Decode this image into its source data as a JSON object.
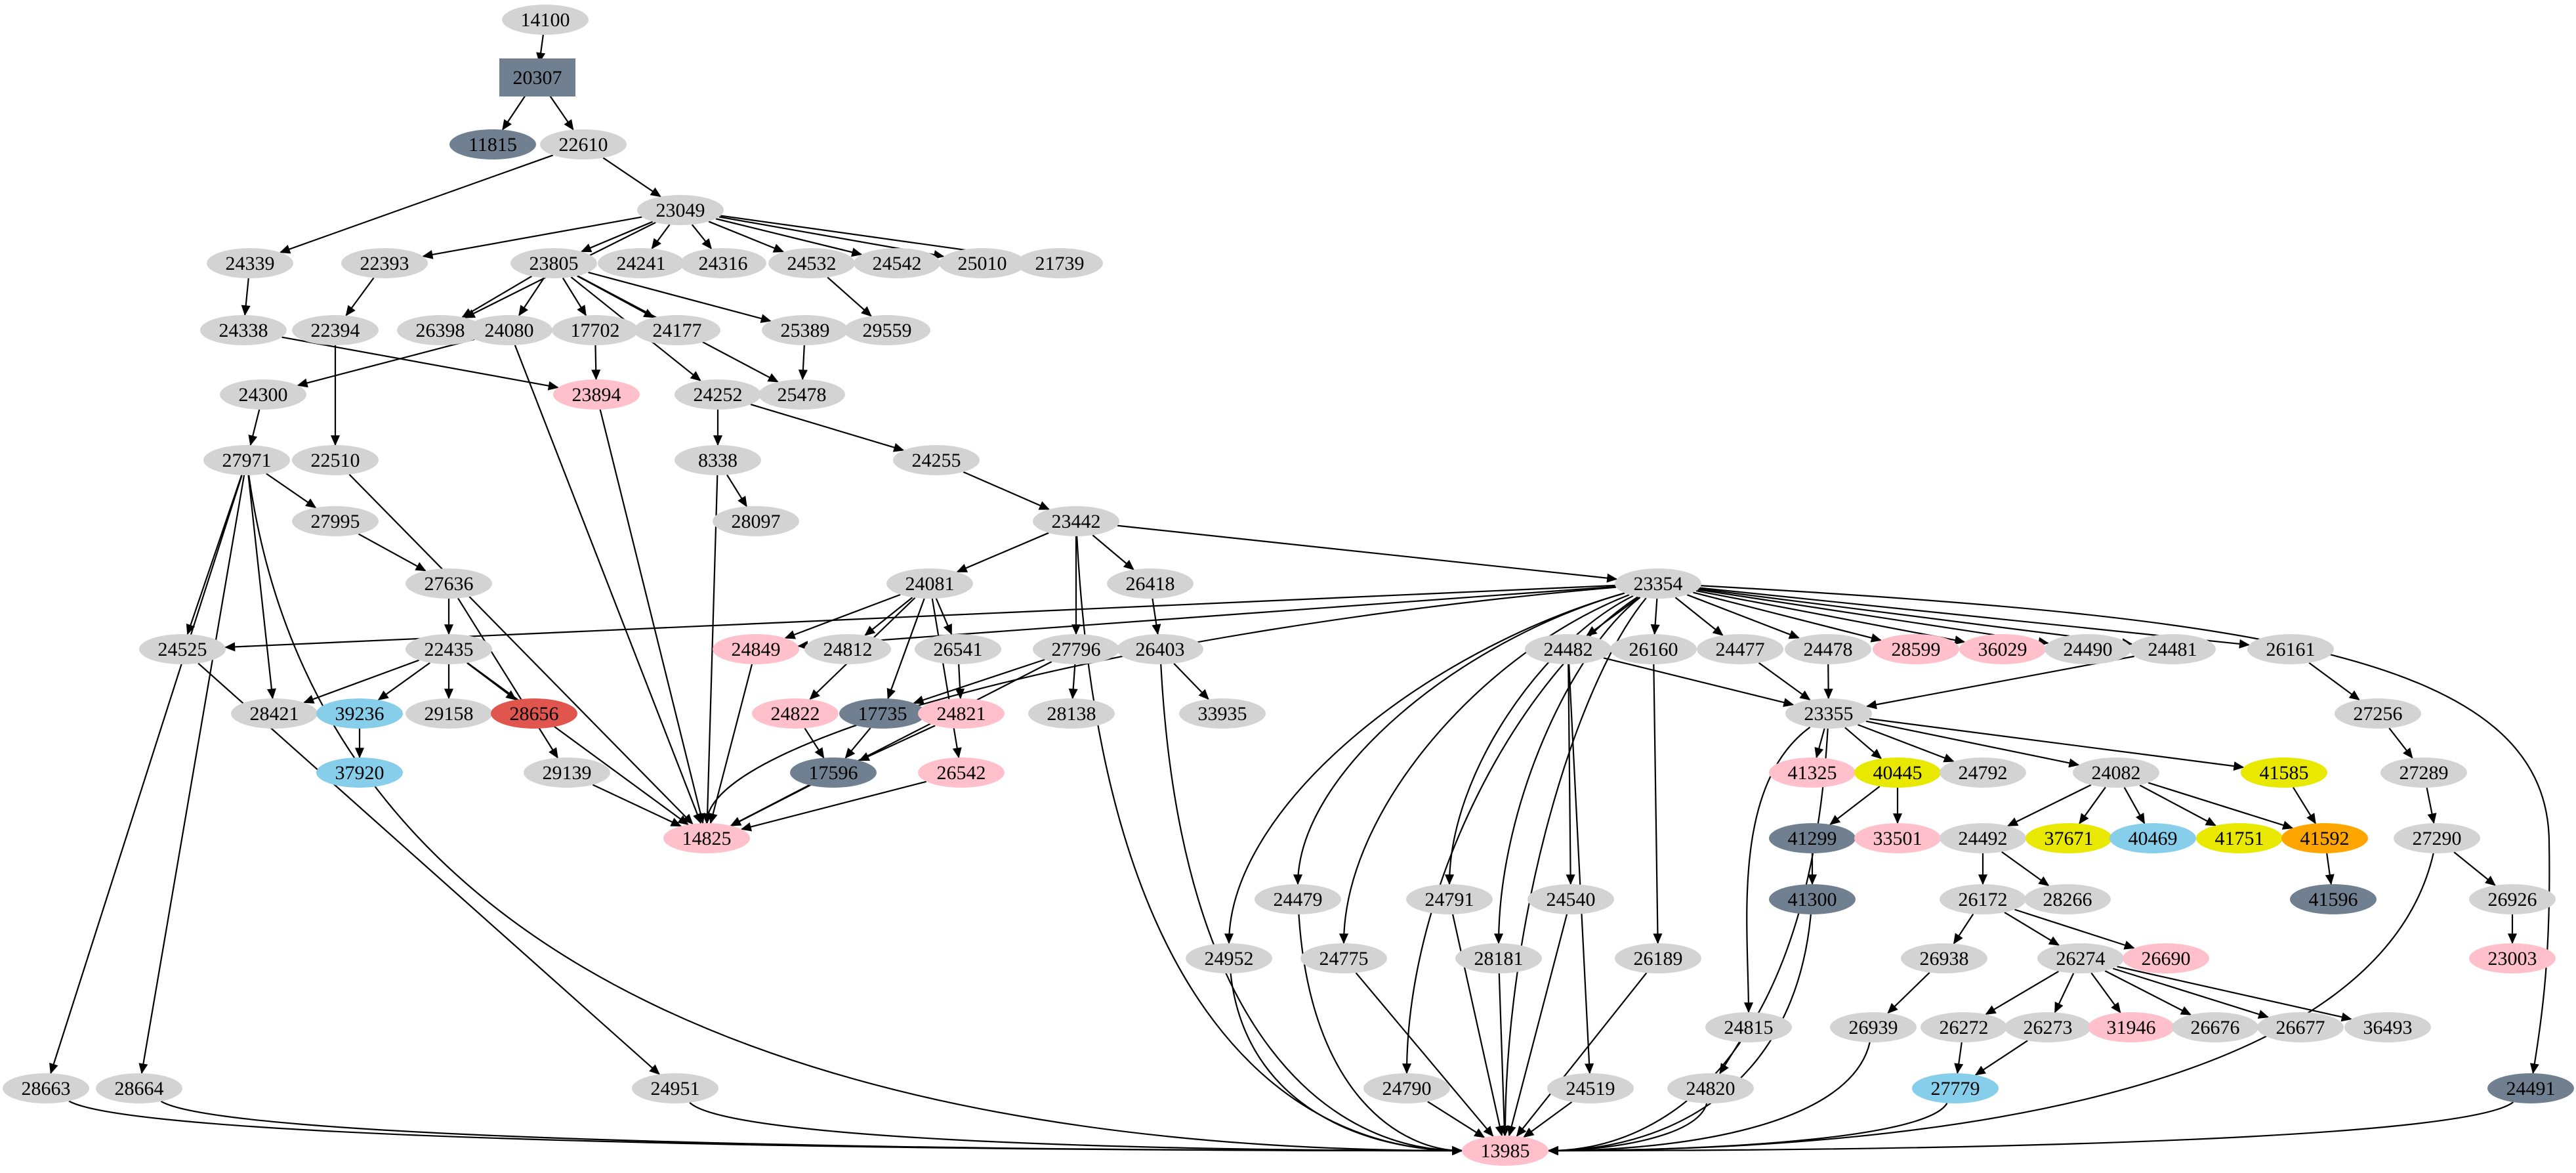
{
  "diagram": {
    "type": "directed-graph",
    "background": "#ffffff",
    "sink_node": "13985",
    "root_node": "14100"
  },
  "colors": {
    "gray": "#d3d3d3",
    "slate": "#708090",
    "pink": "#ffc0cb",
    "red": "#e0564e",
    "sky": "#87ceeb",
    "yellow": "#e8e800",
    "orange": "#ffa500"
  },
  "nodes": [
    [
      "14100",
      831,
      30,
      "gray"
    ],
    [
      "20307",
      819,
      118,
      "slate",
      "box"
    ],
    [
      "11815",
      751,
      220,
      "slate"
    ],
    [
      "22610",
      889,
      220,
      "gray"
    ],
    [
      "23049",
      1037,
      320,
      "gray"
    ],
    [
      "24339",
      381,
      401,
      "gray"
    ],
    [
      "22393",
      586,
      401,
      "gray"
    ],
    [
      "23805",
      844,
      401,
      "gray"
    ],
    [
      "24241",
      977,
      401,
      "gray"
    ],
    [
      "24316",
      1102,
      401,
      "gray"
    ],
    [
      "24532",
      1237,
      401,
      "gray"
    ],
    [
      "24542",
      1367,
      401,
      "gray"
    ],
    [
      "25010",
      1497,
      401,
      "gray"
    ],
    [
      "21739",
      1615,
      401,
      "gray"
    ],
    [
      "24338",
      371,
      503,
      "gray"
    ],
    [
      "22394",
      511,
      503,
      "gray"
    ],
    [
      "26398",
      671,
      503,
      "gray"
    ],
    [
      "24080",
      776,
      503,
      "gray"
    ],
    [
      "17702",
      907,
      503,
      "gray"
    ],
    [
      "24177",
      1032,
      503,
      "gray"
    ],
    [
      "25389",
      1227,
      503,
      "gray"
    ],
    [
      "29559",
      1352,
      503,
      "gray"
    ],
    [
      "24300",
      401,
      601,
      "gray"
    ],
    [
      "23894",
      909,
      601,
      "pink"
    ],
    [
      "24252",
      1094,
      601,
      "gray"
    ],
    [
      "25478",
      1222,
      601,
      "gray"
    ],
    [
      "27971",
      376,
      701,
      "gray"
    ],
    [
      "22510",
      511,
      701,
      "gray"
    ],
    [
      "8338",
      1094,
      701,
      "gray"
    ],
    [
      "24255",
      1427,
      701,
      "gray"
    ],
    [
      "27995",
      511,
      794,
      "gray"
    ],
    [
      "28097",
      1152,
      794,
      "gray"
    ],
    [
      "23442",
      1640,
      794,
      "gray"
    ],
    [
      "27636",
      684,
      889,
      "gray"
    ],
    [
      "24081",
      1417,
      889,
      "gray"
    ],
    [
      "26418",
      1753,
      889,
      "gray"
    ],
    [
      "23354",
      2527,
      889,
      "gray"
    ],
    [
      "24525",
      278,
      989,
      "gray"
    ],
    [
      "22435",
      684,
      989,
      "gray"
    ],
    [
      "24849",
      1152,
      989,
      "pink"
    ],
    [
      "24812",
      1292,
      989,
      "gray"
    ],
    [
      "26541",
      1460,
      989,
      "gray"
    ],
    [
      "27796",
      1640,
      989,
      "gray"
    ],
    [
      "26403",
      1768,
      989,
      "gray"
    ],
    [
      "24482",
      2390,
      989,
      "gray"
    ],
    [
      "26160",
      2520,
      989,
      "gray"
    ],
    [
      "24477",
      2652,
      989,
      "gray"
    ],
    [
      "24478",
      2786,
      989,
      "gray"
    ],
    [
      "28599",
      2920,
      989,
      "pink"
    ],
    [
      "36029",
      3052,
      989,
      "pink"
    ],
    [
      "24490",
      3182,
      989,
      "gray"
    ],
    [
      "24481",
      3311,
      989,
      "gray"
    ],
    [
      "26161",
      3491,
      989,
      "gray"
    ],
    [
      "28421",
      418,
      1087,
      "gray"
    ],
    [
      "39236",
      548,
      1087,
      "sky"
    ],
    [
      "29158",
      684,
      1087,
      "gray"
    ],
    [
      "28656",
      814,
      1087,
      "red"
    ],
    [
      "24822",
      1212,
      1087,
      "pink"
    ],
    [
      "17735",
      1345,
      1087,
      "slate"
    ],
    [
      "24821",
      1465,
      1087,
      "pink"
    ],
    [
      "28138",
      1633,
      1087,
      "gray"
    ],
    [
      "33935",
      1863,
      1087,
      "gray"
    ],
    [
      "23355",
      2787,
      1087,
      "gray"
    ],
    [
      "27256",
      3624,
      1087,
      "gray"
    ],
    [
      "37920",
      548,
      1177,
      "sky"
    ],
    [
      "29139",
      864,
      1177,
      "gray"
    ],
    [
      "17596",
      1270,
      1177,
      "slate"
    ],
    [
      "26542",
      1465,
      1177,
      "pink"
    ],
    [
      "41325",
      2762,
      1177,
      "pink"
    ],
    [
      "40445",
      2892,
      1177,
      "yellow"
    ],
    [
      "24792",
      3022,
      1177,
      "gray"
    ],
    [
      "24082",
      3225,
      1177,
      "gray"
    ],
    [
      "41585",
      3481,
      1177,
      "yellow"
    ],
    [
      "27289",
      3694,
      1177,
      "gray"
    ],
    [
      "14825",
      1077,
      1277,
      "pink"
    ],
    [
      "41299",
      2762,
      1277,
      "slate"
    ],
    [
      "33501",
      2892,
      1277,
      "pink"
    ],
    [
      "24492",
      3022,
      1277,
      "gray"
    ],
    [
      "37671",
      3153,
      1277,
      "yellow"
    ],
    [
      "40469",
      3281,
      1277,
      "sky"
    ],
    [
      "41751",
      3413,
      1277,
      "yellow"
    ],
    [
      "41592",
      3543,
      1277,
      "orange"
    ],
    [
      "27290",
      3714,
      1277,
      "gray"
    ],
    [
      "24479",
      1978,
      1370,
      "gray"
    ],
    [
      "24791",
      2209,
      1370,
      "gray"
    ],
    [
      "24540",
      2394,
      1370,
      "gray"
    ],
    [
      "41300",
      2762,
      1370,
      "slate"
    ],
    [
      "26172",
      3022,
      1370,
      "gray"
    ],
    [
      "28266",
      3151,
      1370,
      "gray"
    ],
    [
      "41596",
      3556,
      1370,
      "slate"
    ],
    [
      "26926",
      3829,
      1370,
      "gray"
    ],
    [
      "24952",
      1873,
      1460,
      "gray"
    ],
    [
      "24775",
      2048,
      1460,
      "gray"
    ],
    [
      "28181",
      2284,
      1460,
      "gray"
    ],
    [
      "26189",
      2527,
      1460,
      "gray"
    ],
    [
      "26938",
      2963,
      1460,
      "gray"
    ],
    [
      "26274",
      3171,
      1460,
      "gray"
    ],
    [
      "26690",
      3301,
      1460,
      "pink"
    ],
    [
      "23003",
      3829,
      1460,
      "pink"
    ],
    [
      "24815",
      2665,
      1565,
      "gray"
    ],
    [
      "26939",
      2855,
      1565,
      "gray"
    ],
    [
      "26272",
      2993,
      1565,
      "gray"
    ],
    [
      "26273",
      3121,
      1565,
      "gray"
    ],
    [
      "31946",
      3248,
      1565,
      "pink"
    ],
    [
      "26676",
      3376,
      1565,
      "gray"
    ],
    [
      "26677",
      3506,
      1565,
      "gray"
    ],
    [
      "36493",
      3639,
      1565,
      "gray"
    ],
    [
      "28663",
      70,
      1658,
      "gray"
    ],
    [
      "28664",
      212,
      1658,
      "gray"
    ],
    [
      "24951",
      1029,
      1658,
      "gray"
    ],
    [
      "24790",
      2144,
      1658,
      "gray"
    ],
    [
      "24519",
      2424,
      1658,
      "gray"
    ],
    [
      "24820",
      2607,
      1658,
      "gray"
    ],
    [
      "27779",
      2980,
      1658,
      "sky"
    ],
    [
      "24491",
      3857,
      1658,
      "slate"
    ],
    [
      "13985",
      2294,
      1753,
      "pink"
    ]
  ],
  "edges": [
    [
      "14100",
      "20307"
    ],
    [
      "20307",
      "11815"
    ],
    [
      "20307",
      "22610"
    ],
    [
      "22610",
      "24339"
    ],
    [
      "22610",
      "23049"
    ],
    [
      "23049",
      "22393"
    ],
    [
      "23049",
      "23805"
    ],
    [
      "23049",
      "24241"
    ],
    [
      "23049",
      "24316"
    ],
    [
      "23049",
      "24532"
    ],
    [
      "23049",
      "24542"
    ],
    [
      "23049",
      "25010"
    ],
    [
      "23049",
      "21739"
    ],
    [
      "23049",
      "26398"
    ],
    [
      "24339",
      "24338"
    ],
    [
      "22393",
      "22394"
    ],
    [
      "23805",
      "26398"
    ],
    [
      "23805",
      "24080"
    ],
    [
      "23805",
      "17702"
    ],
    [
      "23805",
      "24177"
    ],
    [
      "23805",
      "25389"
    ],
    [
      "23805",
      "24252"
    ],
    [
      "23805",
      "25478"
    ],
    [
      "22394",
      "22510"
    ],
    [
      "24338",
      "23894"
    ],
    [
      "17702",
      "23894"
    ],
    [
      "24080",
      "24300"
    ],
    [
      "24080",
      "14825"
    ],
    [
      "24300",
      "27971"
    ],
    [
      "24252",
      "8338"
    ],
    [
      "24252",
      "24255"
    ],
    [
      "25389",
      "25478"
    ],
    [
      "24532",
      "29559"
    ],
    [
      "8338",
      "28097"
    ],
    [
      "8338",
      "14825"
    ],
    [
      "24255",
      "23442"
    ],
    [
      "27971",
      "27995"
    ],
    [
      "27971",
      "28421"
    ],
    [
      "27971",
      "24525"
    ],
    [
      "27971",
      "28663"
    ],
    [
      "27971",
      "28664"
    ],
    [
      "27971",
      "13985"
    ],
    [
      "22510",
      "14825"
    ],
    [
      "27995",
      "27636"
    ],
    [
      "23894",
      "14825"
    ],
    [
      "27636",
      "22435"
    ],
    [
      "27636",
      "29139"
    ],
    [
      "22435",
      "28421"
    ],
    [
      "22435",
      "39236"
    ],
    [
      "22435",
      "29158"
    ],
    [
      "22435",
      "28656"
    ],
    [
      "22435",
      "14825"
    ],
    [
      "39236",
      "37920"
    ],
    [
      "24525",
      "24951"
    ],
    [
      "24951",
      "13985"
    ],
    [
      "28663",
      "13985"
    ],
    [
      "28664",
      "13985"
    ],
    [
      "23442",
      "24081"
    ],
    [
      "23442",
      "27796"
    ],
    [
      "23442",
      "26418"
    ],
    [
      "23442",
      "23354"
    ],
    [
      "23442",
      "13985"
    ],
    [
      "24081",
      "24849"
    ],
    [
      "24081",
      "24812"
    ],
    [
      "24081",
      "26541"
    ],
    [
      "24081",
      "24822"
    ],
    [
      "24081",
      "17735"
    ],
    [
      "24081",
      "26542"
    ],
    [
      "26541",
      "24821"
    ],
    [
      "27796",
      "17735"
    ],
    [
      "27796",
      "28138"
    ],
    [
      "27796",
      "14825"
    ],
    [
      "26418",
      "26403"
    ],
    [
      "26403",
      "33935"
    ],
    [
      "26403",
      "13985"
    ],
    [
      "24849",
      "14825"
    ],
    [
      "24822",
      "17596"
    ],
    [
      "17735",
      "17596"
    ],
    [
      "24821",
      "17596"
    ],
    [
      "17596",
      "14825"
    ],
    [
      "26542",
      "14825"
    ],
    [
      "29139",
      "14825"
    ],
    [
      "23354",
      "24525"
    ],
    [
      "23354",
      "24849"
    ],
    [
      "23354",
      "14825"
    ],
    [
      "23354",
      "24952"
    ],
    [
      "23354",
      "24479"
    ],
    [
      "23354",
      "24775"
    ],
    [
      "23354",
      "24791"
    ],
    [
      "23354",
      "28181"
    ],
    [
      "23354",
      "24790"
    ],
    [
      "23354",
      "13985"
    ],
    [
      "23354",
      "24482"
    ],
    [
      "23354",
      "26160"
    ],
    [
      "23354",
      "24477"
    ],
    [
      "23354",
      "24478"
    ],
    [
      "23354",
      "28599"
    ],
    [
      "23354",
      "36029"
    ],
    [
      "23354",
      "24490"
    ],
    [
      "23354",
      "24481"
    ],
    [
      "23354",
      "26161"
    ],
    [
      "23354",
      "24491",
      "wrap"
    ],
    [
      "24482",
      "23355"
    ],
    [
      "24482",
      "24540"
    ],
    [
      "24482",
      "24519"
    ],
    [
      "26160",
      "26189"
    ],
    [
      "24477",
      "23355"
    ],
    [
      "24478",
      "23355"
    ],
    [
      "24481",
      "23355"
    ],
    [
      "23355",
      "41325"
    ],
    [
      "23355",
      "40445"
    ],
    [
      "23355",
      "24792"
    ],
    [
      "23355",
      "24082"
    ],
    [
      "23355",
      "41585"
    ],
    [
      "23355",
      "24815"
    ],
    [
      "23355",
      "13985"
    ],
    [
      "40445",
      "41299"
    ],
    [
      "40445",
      "33501"
    ],
    [
      "41299",
      "41300"
    ],
    [
      "41300",
      "13985"
    ],
    [
      "24082",
      "24492"
    ],
    [
      "24082",
      "37671"
    ],
    [
      "24082",
      "40469"
    ],
    [
      "24082",
      "41751"
    ],
    [
      "24082",
      "41592"
    ],
    [
      "41585",
      "41592"
    ],
    [
      "41592",
      "41596"
    ],
    [
      "26161",
      "27256"
    ],
    [
      "27256",
      "27289"
    ],
    [
      "27289",
      "27290"
    ],
    [
      "27290",
      "26926"
    ],
    [
      "27290",
      "13985"
    ],
    [
      "26926",
      "23003"
    ],
    [
      "24492",
      "26172"
    ],
    [
      "24492",
      "28266"
    ],
    [
      "26172",
      "26938"
    ],
    [
      "26172",
      "26274"
    ],
    [
      "26172",
      "26690"
    ],
    [
      "26938",
      "26939"
    ],
    [
      "26274",
      "26272"
    ],
    [
      "26274",
      "26273"
    ],
    [
      "26274",
      "31946"
    ],
    [
      "26274",
      "26676"
    ],
    [
      "26274",
      "26677"
    ],
    [
      "26274",
      "36493"
    ],
    [
      "26272",
      "27779"
    ],
    [
      "26273",
      "27779"
    ],
    [
      "24815",
      "24820"
    ],
    [
      "24820",
      "13985"
    ],
    [
      "26939",
      "13985"
    ],
    [
      "27779",
      "13985"
    ],
    [
      "24479",
      "13985"
    ],
    [
      "24775",
      "13985"
    ],
    [
      "24791",
      "13985"
    ],
    [
      "28181",
      "13985"
    ],
    [
      "26189",
      "13985"
    ],
    [
      "24540",
      "13985"
    ],
    [
      "24519",
      "13985"
    ],
    [
      "24790",
      "13985"
    ],
    [
      "24952",
      "13985"
    ],
    [
      "24491",
      "13985"
    ]
  ]
}
